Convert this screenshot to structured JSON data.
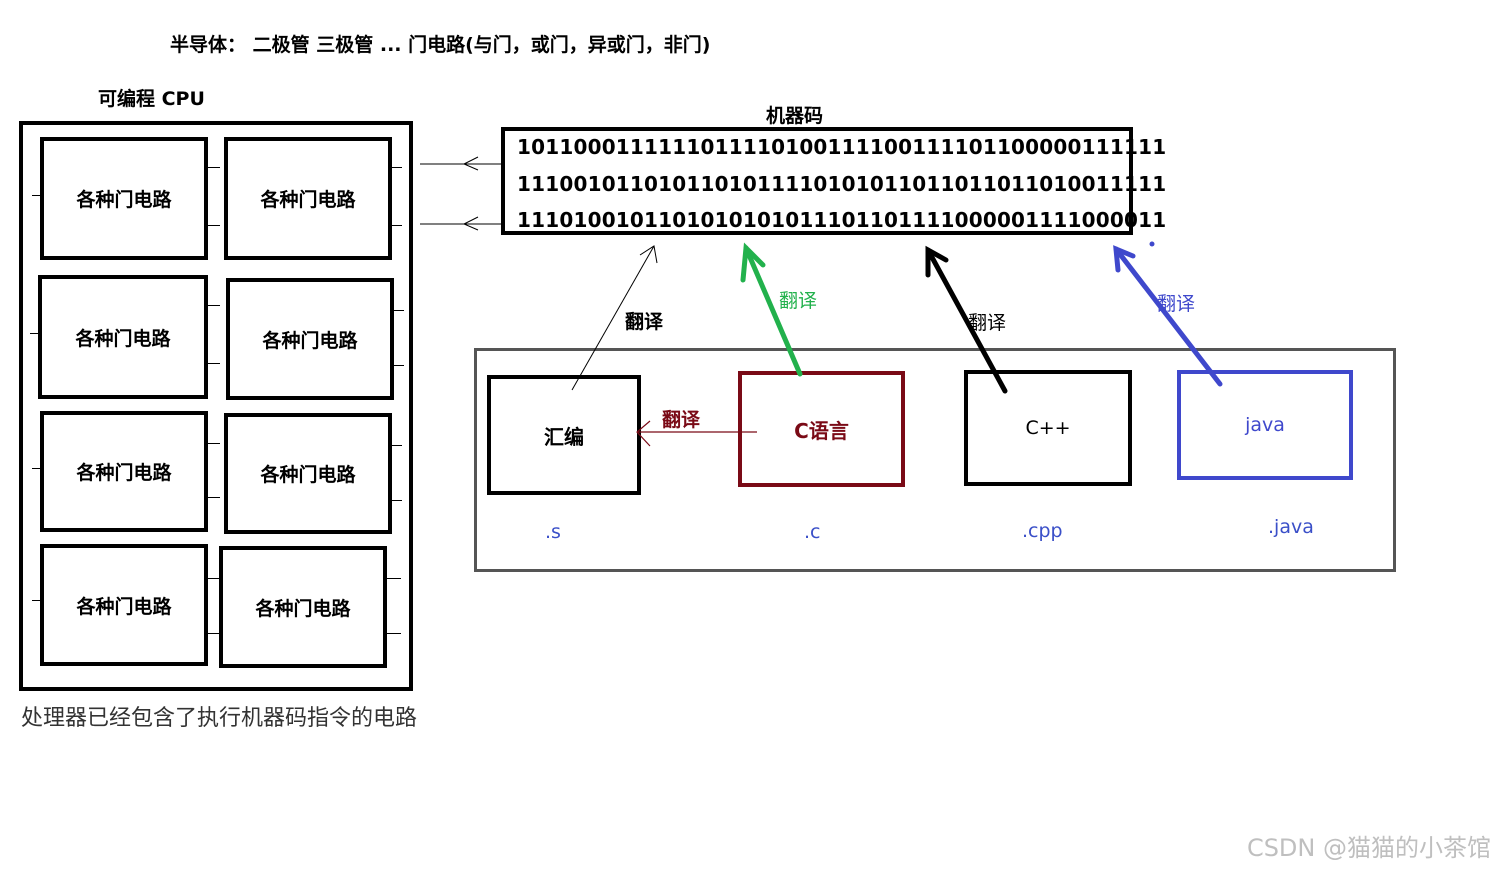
{
  "header": {
    "title": "半导体： 二极管 三极管 ... 门电路(与门，或门，异或门，非门)"
  },
  "cpu": {
    "title": "可编程 CPU",
    "gate_label": "各种门电路",
    "caption": "处理器已经包含了执行机器码指令的电路"
  },
  "machine_code": {
    "title": "机器码",
    "lines": [
      "1011000111111011110100111100111101100000111111",
      "1110010110101101011110101011011011011010011111",
      "1110100101101010101011101101111000001111000011"
    ]
  },
  "languages": {
    "assembly": {
      "label": "汇编",
      "ext": ".s"
    },
    "c": {
      "label": "C语言",
      "ext": ".c"
    },
    "cpp": {
      "label": "C++",
      "ext": ".cpp"
    },
    "java": {
      "label": "java",
      "ext": ".java"
    }
  },
  "translate_label": "翻译",
  "colors": {
    "c_red": "#7a0a16",
    "green": "#22b14c",
    "java_blue": "#3f48cc",
    "ext_blue": "#3a4fc8"
  },
  "watermark": "CSDN @猫猫的小茶馆"
}
